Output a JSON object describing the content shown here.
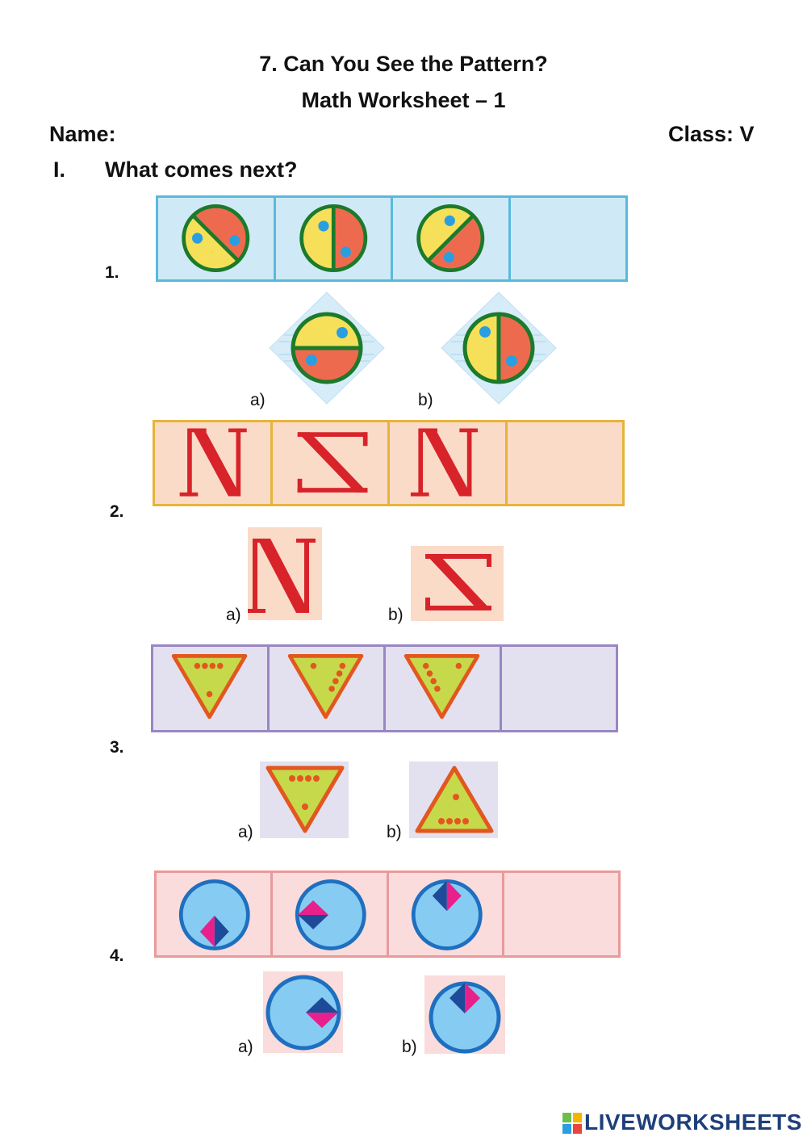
{
  "worksheet": {
    "title": "7. Can You See the Pattern?",
    "subtitle": "Math Worksheet – 1",
    "name_label": "Name:",
    "class_label": "Class: V",
    "section_numeral": "I.",
    "section_heading": "What comes next?"
  },
  "questions": [
    {
      "number": "1.",
      "option_a": "a)",
      "option_b": "b)"
    },
    {
      "number": "2.",
      "option_a": "a)",
      "option_b": "b)"
    },
    {
      "number": "3.",
      "option_a": "a)",
      "option_b": "b)"
    },
    {
      "number": "4.",
      "option_a": "a)",
      "option_b": "b)"
    }
  ],
  "footer": {
    "brand": "LIVEWORKSHEETS",
    "icon": "liveworksheets-logo-icon"
  },
  "colors": {
    "q1_bg": "#cfeaf6",
    "q1_border": "#5ab9dc",
    "q2_bg": "#fadbc8",
    "q2_border": "#e7b33a",
    "q3_bg": "#e3e1f0",
    "q3_border": "#9a86c2",
    "q4_bg": "#f9dcdb",
    "q4_border": "#e99a9a",
    "letter_red": "#d8232a",
    "circle_green": "#1b7a2b",
    "circle_orange": "#ee6a4f",
    "circle_yellow": "#f6e05a",
    "dot_blue": "#2a9ee0",
    "tri_fill": "#c6d94a",
    "tri_stroke": "#e2571f",
    "ring_blue": "#1e6fc0",
    "disc_blue": "#86cbf2",
    "mark_pink": "#e8208b",
    "mark_navy": "#1d4b9a",
    "brand_navy": "#1f3f7a"
  }
}
